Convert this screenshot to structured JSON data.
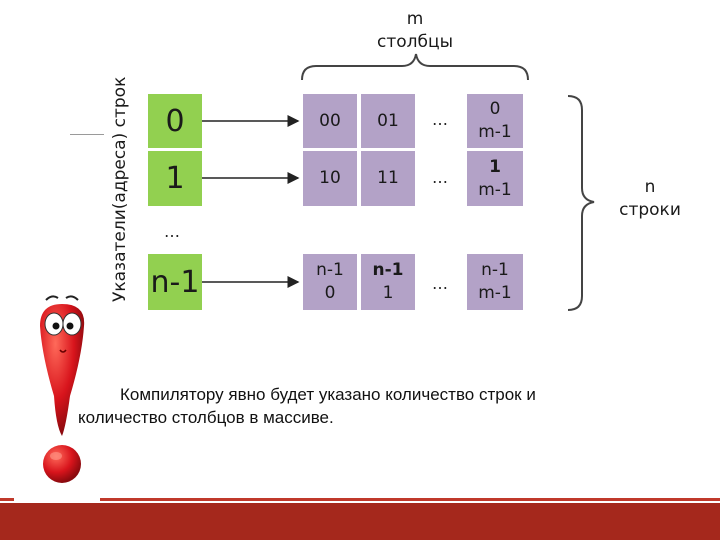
{
  "columns_label": {
    "count": "m",
    "word": "столбцы"
  },
  "rows_label": {
    "count": "n",
    "word": "строки"
  },
  "pointers_label": "Указатели(адреса) строк",
  "pointers": [
    "0",
    "1",
    "n-1"
  ],
  "pointer_ellipsis": "…",
  "row_ellipsis": "…",
  "rows": [
    {
      "cells": [
        [
          "00"
        ],
        [
          "01"
        ]
      ],
      "last": [
        "0",
        "m-1"
      ],
      "bold": []
    },
    {
      "cells": [
        [
          "10"
        ],
        [
          "11"
        ]
      ],
      "last": [
        "1",
        "m-1"
      ],
      "bold": [
        "last0"
      ]
    },
    {
      "cells": [
        [
          "n-1",
          "0"
        ],
        [
          "n-1",
          "1"
        ]
      ],
      "last": [
        "n-1",
        "m-1"
      ],
      "bold": [
        "c1_0"
      ]
    }
  ],
  "caption": {
    "line1": "Компилятору явно будет указано количество строк и",
    "line2": "количество столбцов в массиве."
  },
  "colors": {
    "pointer": "#92d050",
    "cell": "#b3a2c7",
    "bar": "#a5281c"
  }
}
